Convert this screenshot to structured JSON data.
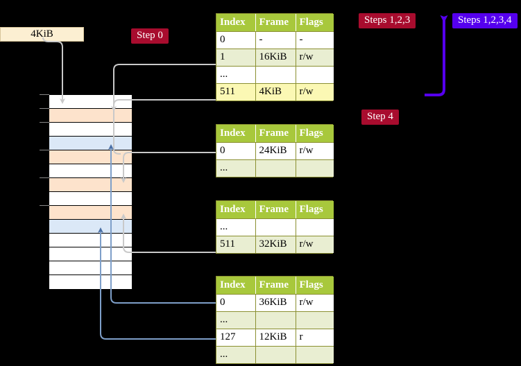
{
  "diagram": {
    "title_badges": {
      "step0": "Step 0",
      "step4": "Step 4",
      "steps123": "Steps 1,2,3",
      "steps1234": "Steps 1,2,3,4"
    },
    "frame_box": {
      "label": "4KiB"
    },
    "colors": {
      "badge_red": "#a80c2e",
      "badge_blue": "#5500ee",
      "table_header": "#a8c83c",
      "table_row_alt": "#e9eed2",
      "table_row_highlight": "#fbf8b4",
      "frame_box_bg": "#fcefd2",
      "mem_peach": "#fde3cc",
      "mem_blue": "#dbe8f7",
      "wire_gray": "#c8c8c8",
      "wire_blue": "#7e9fc9",
      "background": "#000000"
    },
    "tables": [
      {
        "name": "pml4-table",
        "headers": [
          "Index",
          "Frame",
          "Flags"
        ],
        "rows": [
          {
            "index": "0",
            "frame": "-",
            "flags": "-",
            "style": "rw-odd"
          },
          {
            "index": "1",
            "frame": "16KiB",
            "flags": "r/w",
            "style": "rw-even"
          },
          {
            "index": "...",
            "frame": "",
            "flags": "",
            "style": "rw-odd"
          },
          {
            "index": "511",
            "frame": "4KiB",
            "flags": "r/w",
            "style": "rw-hi"
          }
        ]
      },
      {
        "name": "pdp-table",
        "headers": [
          "Index",
          "Frame",
          "Flags"
        ],
        "rows": [
          {
            "index": "0",
            "frame": "24KiB",
            "flags": "r/w",
            "style": "rw-odd"
          },
          {
            "index": "...",
            "frame": "",
            "flags": "",
            "style": "rw-even"
          }
        ]
      },
      {
        "name": "pd-table",
        "headers": [
          "Index",
          "Frame",
          "Flags"
        ],
        "rows": [
          {
            "index": "...",
            "frame": "",
            "flags": "",
            "style": "rw-odd"
          },
          {
            "index": "511",
            "frame": "32KiB",
            "flags": "r/w",
            "style": "rw-even"
          }
        ]
      },
      {
        "name": "pt-table",
        "headers": [
          "Index",
          "Frame",
          "Flags"
        ],
        "rows": [
          {
            "index": "0",
            "frame": "36KiB",
            "flags": "r/w",
            "style": "rw-odd"
          },
          {
            "index": "...",
            "frame": "",
            "flags": "",
            "style": "rw-even"
          },
          {
            "index": "127",
            "frame": "12KiB",
            "flags": "r",
            "style": "rw-odd"
          },
          {
            "index": "...",
            "frame": "",
            "flags": "",
            "style": "rw-even"
          }
        ]
      }
    ],
    "memory_column": {
      "name": "physical-memory-column",
      "rows": [
        {
          "fill": "white"
        },
        {
          "fill": "peach"
        },
        {
          "fill": "white"
        },
        {
          "fill": "blue"
        },
        {
          "fill": "peach"
        },
        {
          "fill": "white"
        },
        {
          "fill": "peach"
        },
        {
          "fill": "white"
        },
        {
          "fill": "peach"
        },
        {
          "fill": "blue"
        },
        {
          "fill": "white"
        },
        {
          "fill": "white"
        },
        {
          "fill": "white"
        },
        {
          "fill": "white"
        }
      ]
    }
  }
}
